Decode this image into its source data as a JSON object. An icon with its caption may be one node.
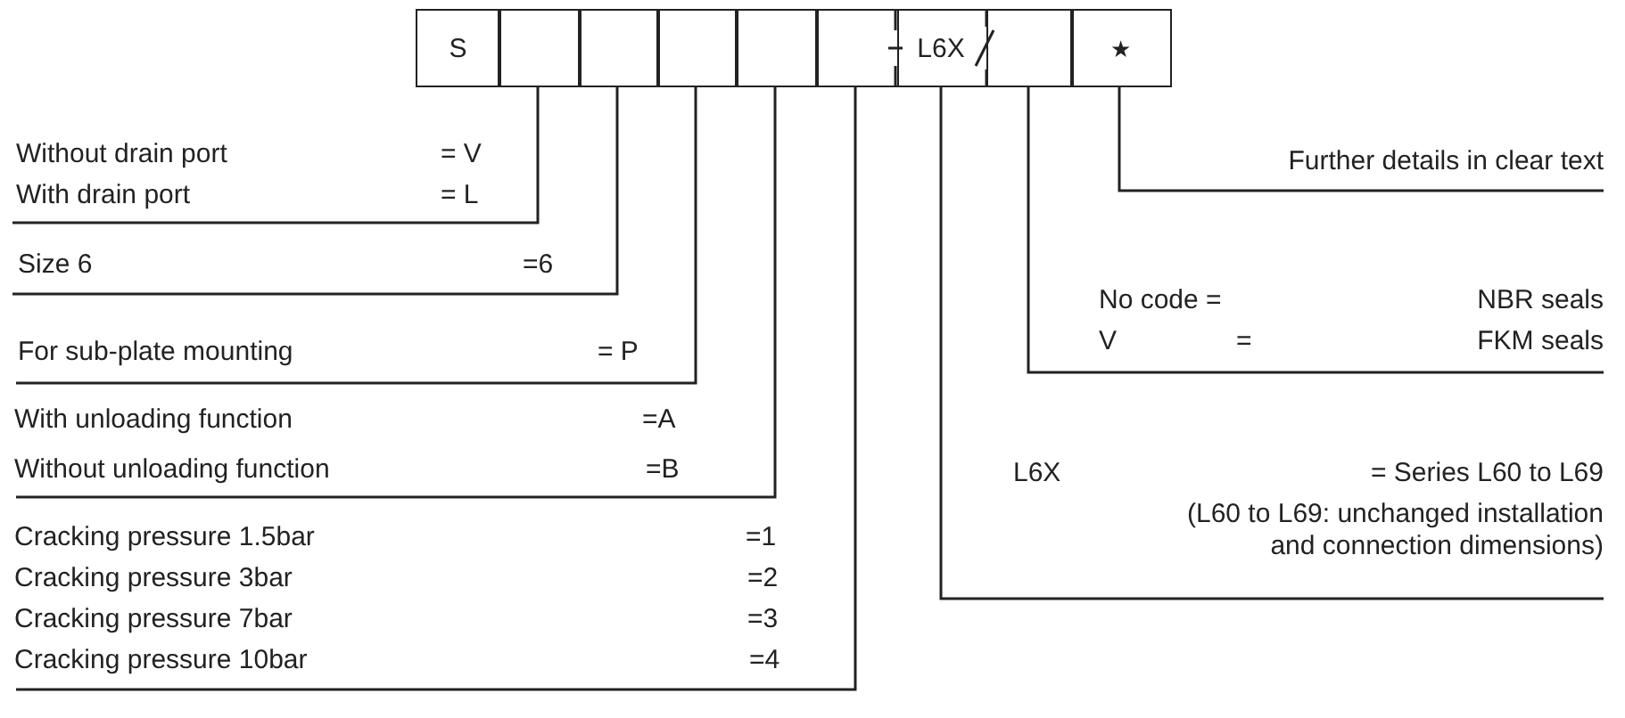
{
  "diagram": {
    "nodes": [
      {
        "text": [
          "S"
        ]
      },
      {
        "text": [],
        "shape": "box"
      },
      {
        "text": [],
        "shape": "box"
      },
      {
        "text": [],
        "shape": "box"
      },
      {
        "text": [],
        "shape": "box"
      },
      {
        "text": [],
        "shape": "box"
      },
      {
        "text": [
          "L6X"
        ]
      },
      {
        "text": [],
        "shape": "box"
      },
      {
        "text": [
          "★"
        ]
      },
      {
        "text": [
          "Without drain port",
          "= V",
          "With drain port",
          "= L"
        ]
      },
      {
        "text": [
          "Size 6",
          "=6"
        ]
      },
      {
        "text": [
          "For sub-plate mounting",
          "= P"
        ]
      },
      {
        "text": [
          "With unloading function",
          "=A",
          "Without unloading function",
          "=B"
        ]
      },
      {
        "text": [
          "Cracking pressure 1.5bar",
          "=1",
          "Cracking pressure 3bar",
          "=2",
          "Cracking pressure 7bar",
          "=3",
          "Cracking pressure 10bar",
          "=4"
        ]
      },
      {
        "text": [
          "Further details in clear text"
        ]
      },
      {
        "text": [
          "No code =",
          "NBR seals",
          "V",
          "=",
          "FKM seals"
        ]
      },
      {
        "text": [
          "L6X",
          "= Series L60 to L69",
          "(L60 to L69: unchanged installation and connection dimensions)"
        ]
      }
    ],
    "edges": [
      {
        "from": 1,
        "to": 9,
        "arrow": "none"
      },
      {
        "from": 2,
        "to": 10,
        "arrow": "none"
      },
      {
        "from": 3,
        "to": 11,
        "arrow": "none"
      },
      {
        "from": 4,
        "to": 12,
        "arrow": "none"
      },
      {
        "from": 5,
        "to": 13,
        "arrow": "none"
      },
      {
        "from": 6,
        "to": 16,
        "arrow": "none"
      },
      {
        "from": 7,
        "to": 15,
        "arrow": "none"
      },
      {
        "from": 8,
        "to": 14,
        "arrow": "none"
      }
    ]
  }
}
